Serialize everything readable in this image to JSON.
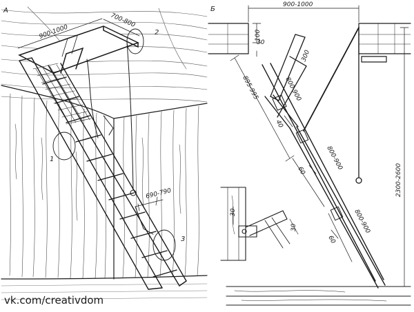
{
  "panel_a": {
    "label": "А",
    "dims": {
      "hatch_length": "900-1000",
      "hatch_width": "700-800",
      "step_width": "690-790"
    },
    "callouts": {
      "top_hinge": "2",
      "mid_hinge": "1",
      "bottom_hinge": "3"
    }
  },
  "panel_b": {
    "label": "Б",
    "dims": {
      "top_span": "900-1000",
      "beam_h": "100",
      "offset": "30",
      "arm_len": "300",
      "first_flight": "895-995",
      "seg_upper": "800-900",
      "gap_40": "40",
      "seg_middle": "800-900",
      "gap_60a": "60",
      "seg_lower": "800-900",
      "gap_60b": "60",
      "total_height": "2300-2600"
    },
    "inset": {
      "dim_a": "30",
      "dim_b": "30"
    }
  },
  "watermark": "vk.com/creativdom",
  "colors": {
    "ink": "#1a1a1a",
    "paper": "#ffffff"
  }
}
